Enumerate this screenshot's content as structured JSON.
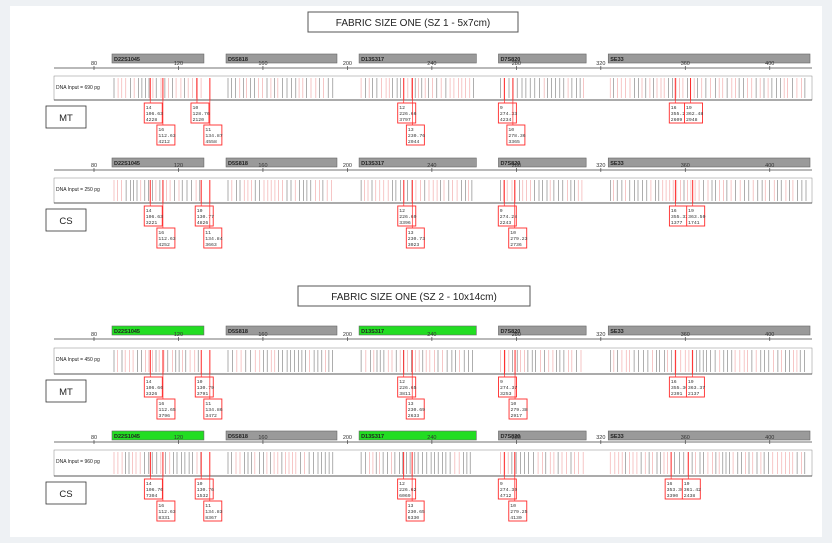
{
  "colors": {
    "marker_bar": "#9a9a9a",
    "marker_highlight": "#22dd22",
    "peak_border": "#ff2a2a",
    "peak_line": "#555555",
    "faint_line": "#f4b8b8"
  },
  "chart_data": [
    {
      "type": "electropherogram",
      "title": "FABRIC SIZE ONE (SZ 1 - 5x7cm)",
      "xlim": [
        80,
        420
      ],
      "markers": [
        {
          "name": "D22S1045",
          "range": [
            80,
            133
          ],
          "highlight": false
        },
        {
          "name": "D5S818",
          "range": [
            134,
            196
          ],
          "highlight": false
        },
        {
          "name": "D13S317",
          "range": [
            197,
            262
          ],
          "highlight": false
        },
        {
          "name": "D7S820",
          "range": [
            263,
            314
          ],
          "highlight": false
        },
        {
          "name": "SE33",
          "range": [
            315,
            420
          ],
          "highlight": false
        }
      ],
      "samples": [
        {
          "label": "MT",
          "dna_input": "DNA Input = 690 pg",
          "axis_ticks": [
            {
              "label": "80",
              "x": 80
            },
            {
              "label": "120",
              "x": 120
            },
            {
              "label": "160",
              "x": 160
            },
            {
              "label": "200",
              "x": 200
            },
            {
              "label": "240",
              "x": 240
            },
            {
              "label": "280",
              "x": 280
            },
            {
              "label": "320",
              "x": 320
            },
            {
              "label": "360",
              "x": 360
            },
            {
              "label": "400",
              "x": 400
            }
          ],
          "alleles": [
            {
              "x": 106.63,
              "lines": [
                "14",
                "106.63",
                "4228"
              ],
              "row": 0
            },
            {
              "x": 112.63,
              "lines": [
                "16",
                "112.63",
                "4212"
              ],
              "row": 1
            },
            {
              "x": 128.76,
              "lines": [
                "10",
                "128.76",
                "2120"
              ],
              "row": 0
            },
            {
              "x": 134.87,
              "lines": [
                "11",
                "134.87",
                "4558"
              ],
              "row": 1
            },
            {
              "x": 226.66,
              "lines": [
                "12",
                "226.66",
                "3797"
              ],
              "row": 0
            },
            {
              "x": 230.76,
              "lines": [
                "13",
                "230.76",
                "2044"
              ],
              "row": 1
            },
            {
              "x": 274.33,
              "lines": [
                "9",
                "274.33",
                "4234"
              ],
              "row": 0
            },
            {
              "x": 278.36,
              "lines": [
                "10",
                "278.36",
                "3365"
              ],
              "row": 1
            },
            {
              "x": 355.26,
              "lines": [
                "16",
                "355.26",
                "2609"
              ],
              "row": 0
            },
            {
              "x": 362.48,
              "lines": [
                "19",
                "362.48",
                "2948"
              ],
              "row": 0
            }
          ]
        },
        {
          "label": "CS",
          "dna_input": "DNA Input = 250 pg",
          "axis_ticks": [
            {
              "label": "80",
              "x": 80
            },
            {
              "label": "120",
              "x": 120
            },
            {
              "label": "160",
              "x": 160
            },
            {
              "label": "200",
              "x": 200
            },
            {
              "label": "240",
              "x": 240
            },
            {
              "label": "280",
              "x": 280
            },
            {
              "label": "320",
              "x": 320
            },
            {
              "label": "360",
              "x": 360
            },
            {
              "label": "400",
              "x": 400
            }
          ],
          "alleles": [
            {
              "x": 106.63,
              "lines": [
                "14",
                "106.63",
                "3221"
              ],
              "row": 0
            },
            {
              "x": 112.63,
              "lines": [
                "16",
                "112.63",
                "4252"
              ],
              "row": 1
            },
            {
              "x": 130.77,
              "lines": [
                "10",
                "130.77",
                "4826"
              ],
              "row": 0
            },
            {
              "x": 134.84,
              "lines": [
                "11",
                "134.84",
                "3663"
              ],
              "row": 1
            },
            {
              "x": 226.69,
              "lines": [
                "12",
                "226.69",
                "3396"
              ],
              "row": 0
            },
            {
              "x": 230.73,
              "lines": [
                "13",
                "230.73",
                "3023"
              ],
              "row": 1
            },
            {
              "x": 274.28,
              "lines": [
                "9",
                "274.28",
                "2243"
              ],
              "row": 0
            },
            {
              "x": 279.23,
              "lines": [
                "10",
                "279.23",
                "2736"
              ],
              "row": 1
            },
            {
              "x": 355.32,
              "lines": [
                "16",
                "355.32",
                "1377"
              ],
              "row": 0
            },
            {
              "x": 363.5,
              "lines": [
                "19",
                "363.50",
                "1741"
              ],
              "row": 0
            }
          ]
        }
      ]
    },
    {
      "type": "electropherogram",
      "title": "FABRIC SIZE ONE (SZ 2 - 10x14cm)",
      "xlim": [
        80,
        420
      ],
      "markers": [
        {
          "name": "D22S1045",
          "range": [
            80,
            133
          ],
          "highlight": true
        },
        {
          "name": "D5S818",
          "range": [
            134,
            196
          ],
          "highlight": false
        },
        {
          "name": "D13S317",
          "range": [
            197,
            262
          ],
          "highlight": true
        },
        {
          "name": "D7S820",
          "range": [
            263,
            314
          ],
          "highlight": false
        },
        {
          "name": "SE33",
          "range": [
            315,
            420
          ],
          "highlight": false
        }
      ],
      "samples": [
        {
          "label": "MT",
          "dna_input": "DNA Input = 450 pg",
          "axis_ticks": [
            {
              "label": "80",
              "x": 80
            },
            {
              "label": "120",
              "x": 120
            },
            {
              "label": "160",
              "x": 160
            },
            {
              "label": "200",
              "x": 200
            },
            {
              "label": "240",
              "x": 240
            },
            {
              "label": "280",
              "x": 280
            },
            {
              "label": "320",
              "x": 320
            },
            {
              "label": "360",
              "x": 360
            },
            {
              "label": "400",
              "x": 400
            }
          ],
          "alleles": [
            {
              "x": 106.66,
              "lines": [
                "14",
                "106.66",
                "3326"
              ],
              "row": 0
            },
            {
              "x": 112.65,
              "lines": [
                "16",
                "112.65",
                "3796"
              ],
              "row": 1
            },
            {
              "x": 130.79,
              "lines": [
                "10",
                "130.79",
                "3791"
              ],
              "row": 0
            },
            {
              "x": 134.86,
              "lines": [
                "11",
                "134.86",
                "3472"
              ],
              "row": 1
            },
            {
              "x": 226.65,
              "lines": [
                "12",
                "226.65",
                "3811"
              ],
              "row": 0
            },
            {
              "x": 230.69,
              "lines": [
                "13",
                "230.69",
                "2633"
              ],
              "row": 1
            },
            {
              "x": 274.37,
              "lines": [
                "9",
                "274.37",
                "3253"
              ],
              "row": 0
            },
            {
              "x": 279.38,
              "lines": [
                "10",
                "279.38",
                "2917"
              ],
              "row": 1
            },
            {
              "x": 355.3,
              "lines": [
                "16",
                "355.30",
                "2391"
              ],
              "row": 0
            },
            {
              "x": 363.37,
              "lines": [
                "19",
                "363.37",
                "2137"
              ],
              "row": 0
            }
          ]
        },
        {
          "label": "CS",
          "dna_input": "DNA Input = 960 pg",
          "axis_ticks": [
            {
              "label": "80",
              "x": 80
            },
            {
              "label": "120",
              "x": 120
            },
            {
              "label": "160",
              "x": 160
            },
            {
              "label": "200",
              "x": 200
            },
            {
              "label": "240",
              "x": 240
            },
            {
              "label": "280",
              "x": 280
            },
            {
              "label": "320",
              "x": 320
            },
            {
              "label": "360",
              "x": 360
            },
            {
              "label": "400",
              "x": 400
            }
          ],
          "alleles": [
            {
              "x": 106.7,
              "lines": [
                "14",
                "106.70",
                "7304"
              ],
              "row": 0
            },
            {
              "x": 112.63,
              "lines": [
                "16",
                "112.63",
                "8331"
              ],
              "row": 1
            },
            {
              "x": 130.76,
              "lines": [
                "10",
                "130.76",
                "1532"
              ],
              "row": 0
            },
            {
              "x": 134.83,
              "lines": [
                "11",
                "134.83",
                "8367"
              ],
              "row": 1
            },
            {
              "x": 226.62,
              "lines": [
                "12",
                "226.62",
                "6069"
              ],
              "row": 0
            },
            {
              "x": 230.65,
              "lines": [
                "13",
                "230.65",
                "6330"
              ],
              "row": 1
            },
            {
              "x": 274.3,
              "lines": [
                "9",
                "274.30",
                "4712"
              ],
              "row": 0
            },
            {
              "x": 279.25,
              "lines": [
                "10",
                "279.25",
                "4130"
              ],
              "row": 1
            },
            {
              "x": 353.3,
              "lines": [
                "16",
                "353.30",
                "3390"
              ],
              "row": 0
            },
            {
              "x": 361.42,
              "lines": [
                "19",
                "361.42",
                "2438"
              ],
              "row": 0
            }
          ]
        }
      ]
    }
  ]
}
